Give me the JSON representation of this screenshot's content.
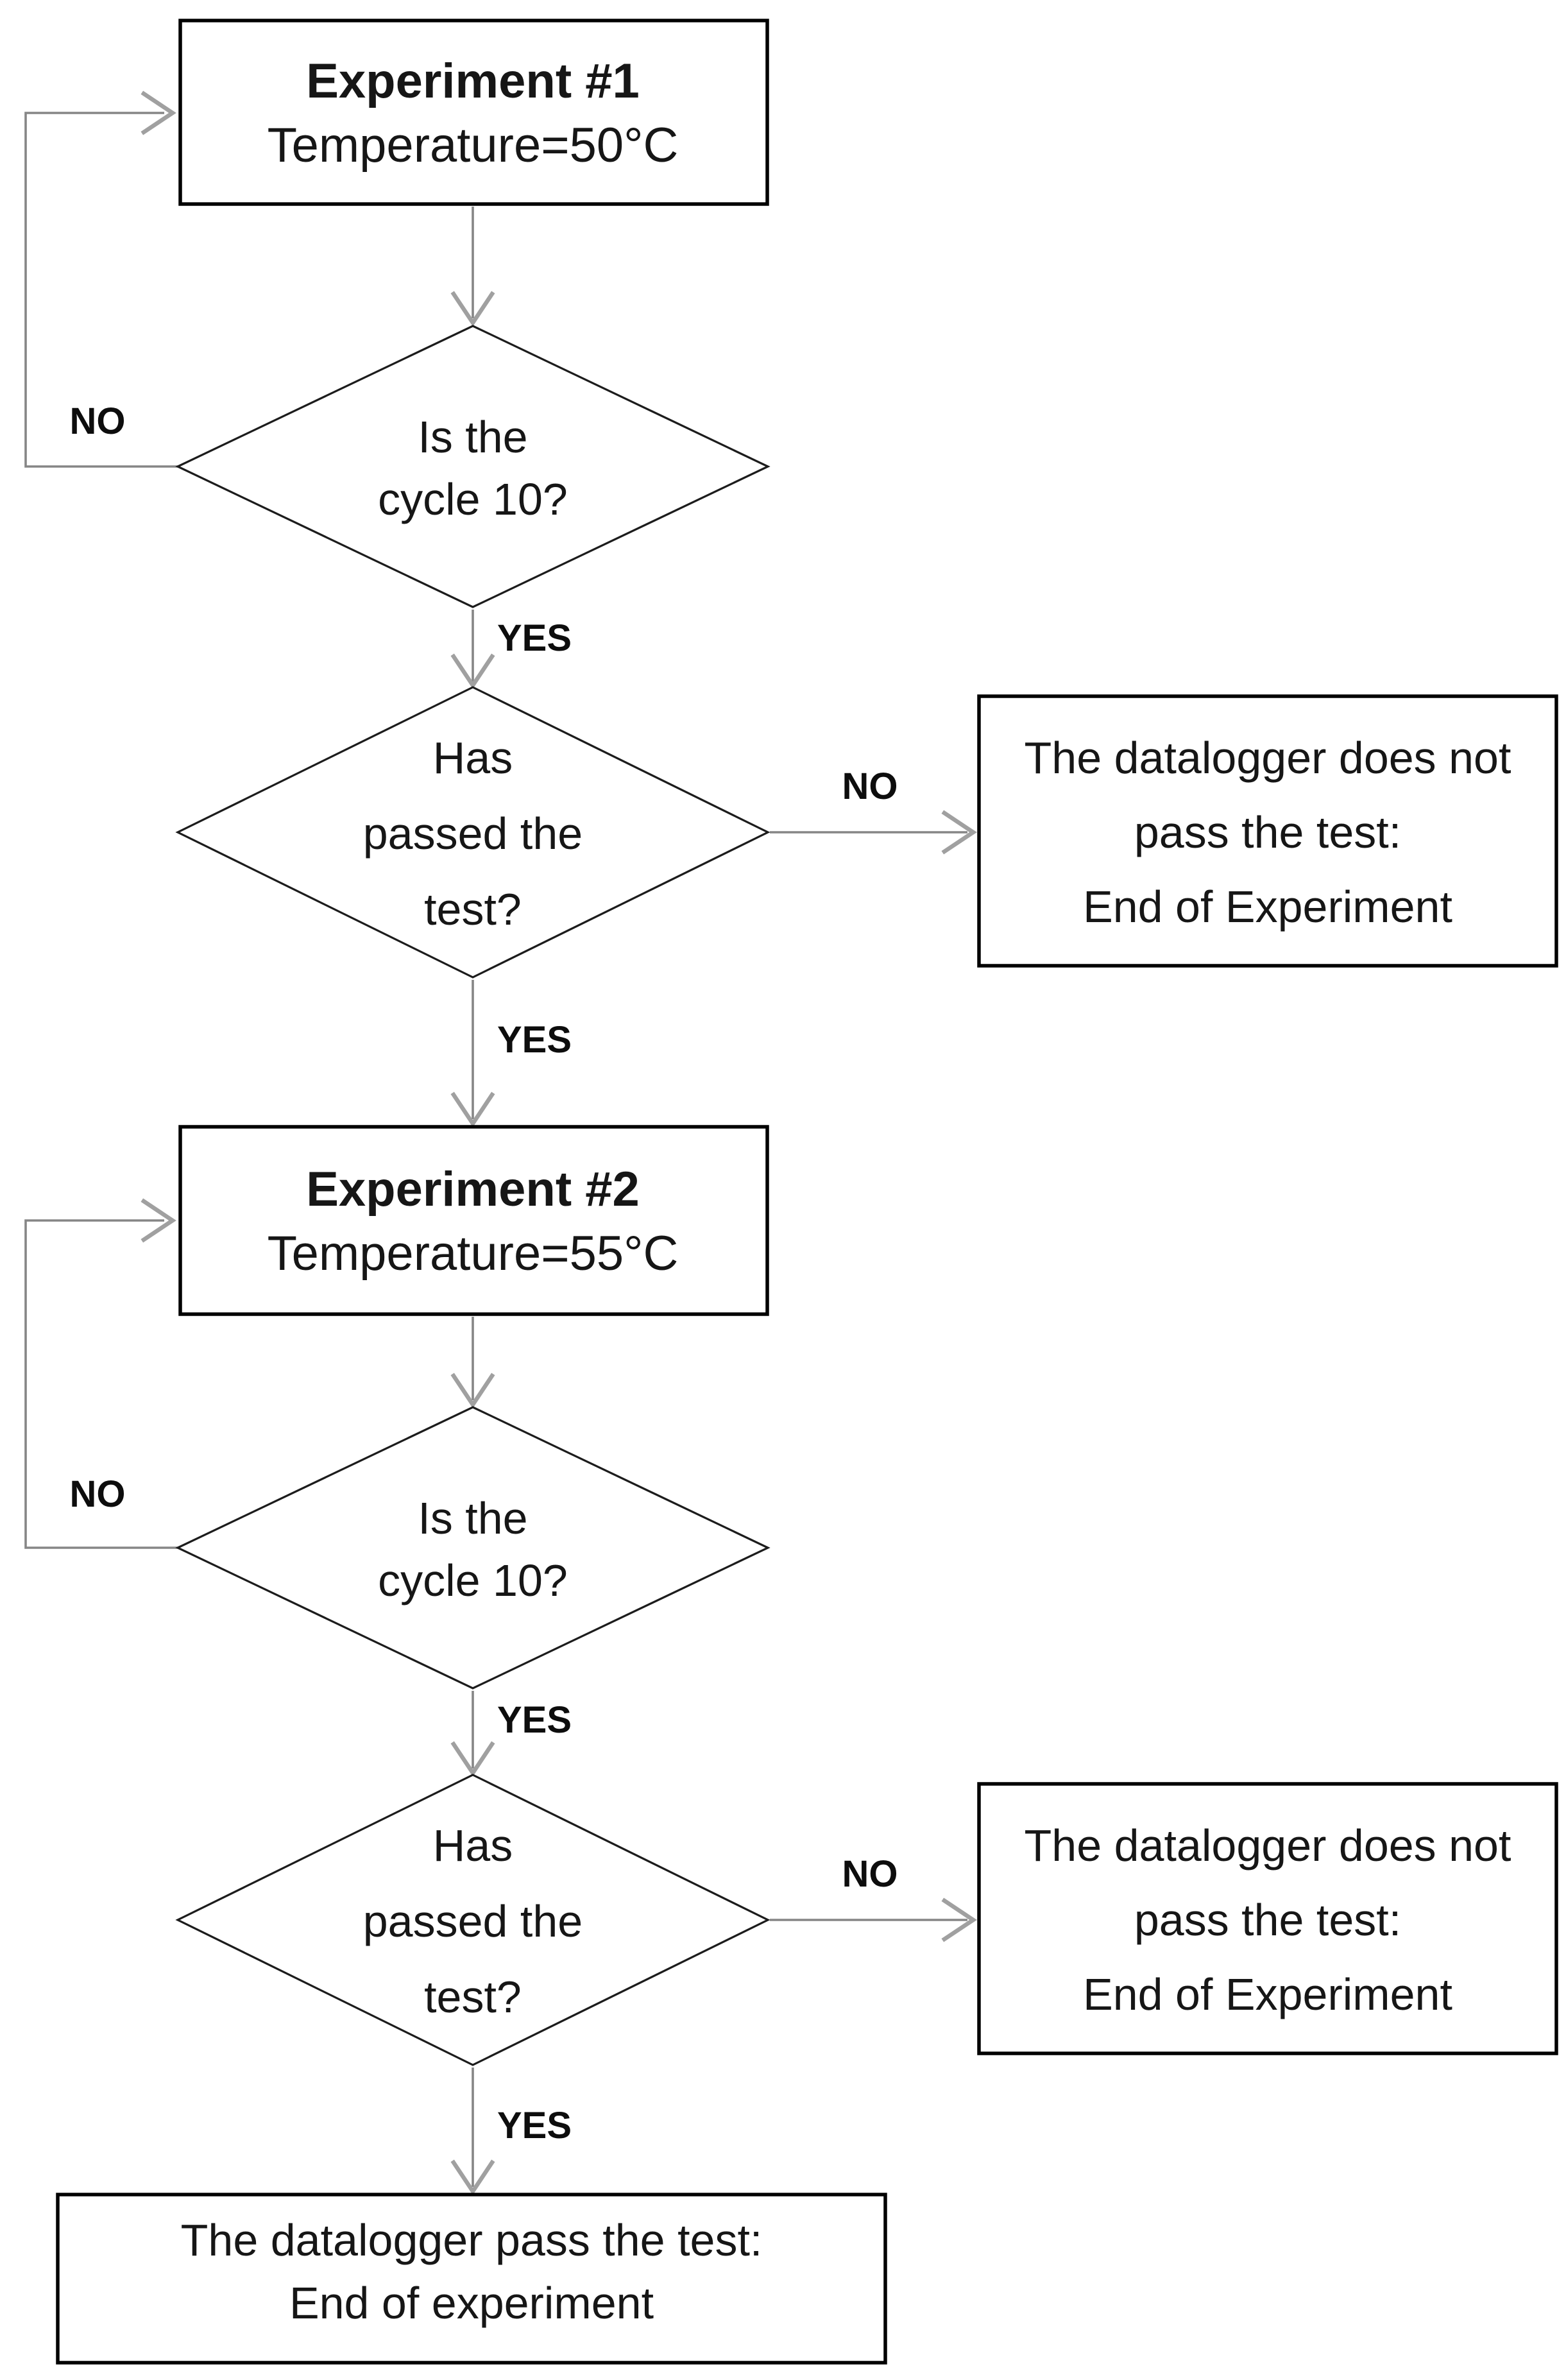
{
  "figure": {
    "type": "flowchart",
    "background": "#ffffff",
    "connector_color": "#868686",
    "arrowhead_color": "#a0a0a0",
    "box_border_color": "#000000",
    "diamond_border_color": "#1c1c1c",
    "text_color": "#161616"
  },
  "nodes": {
    "experiment1": {
      "title": "Experiment #1",
      "subtitle": "Temperature=50°C"
    },
    "cycle_check_1": {
      "line1": "Is the",
      "line2": "cycle 10?"
    },
    "test_check_1": {
      "line1": "Has",
      "line2": "passed the",
      "line3": "test?"
    },
    "fail_1": {
      "line1": "The datalogger does not",
      "line2": "pass the test:",
      "line3": "End of Experiment"
    },
    "experiment2": {
      "title": "Experiment #2",
      "subtitle": "Temperature=55°C"
    },
    "cycle_check_2": {
      "line1": "Is the",
      "line2": "cycle 10?"
    },
    "test_check_2": {
      "line1": "Has",
      "line2": "passed the",
      "line3": "test?"
    },
    "fail_2": {
      "line1": "The datalogger does not",
      "line2": "pass the test:",
      "line3": "End of Experiment"
    },
    "pass_final": {
      "line1": "The datalogger pass the test:",
      "line2": "End of experiment"
    }
  },
  "edge_labels": {
    "no1": "NO",
    "yes1": "YES",
    "no2": "NO",
    "yes2": "YES",
    "no3": "NO",
    "yes3": "YES",
    "no4": "NO",
    "yes4": "YES"
  }
}
